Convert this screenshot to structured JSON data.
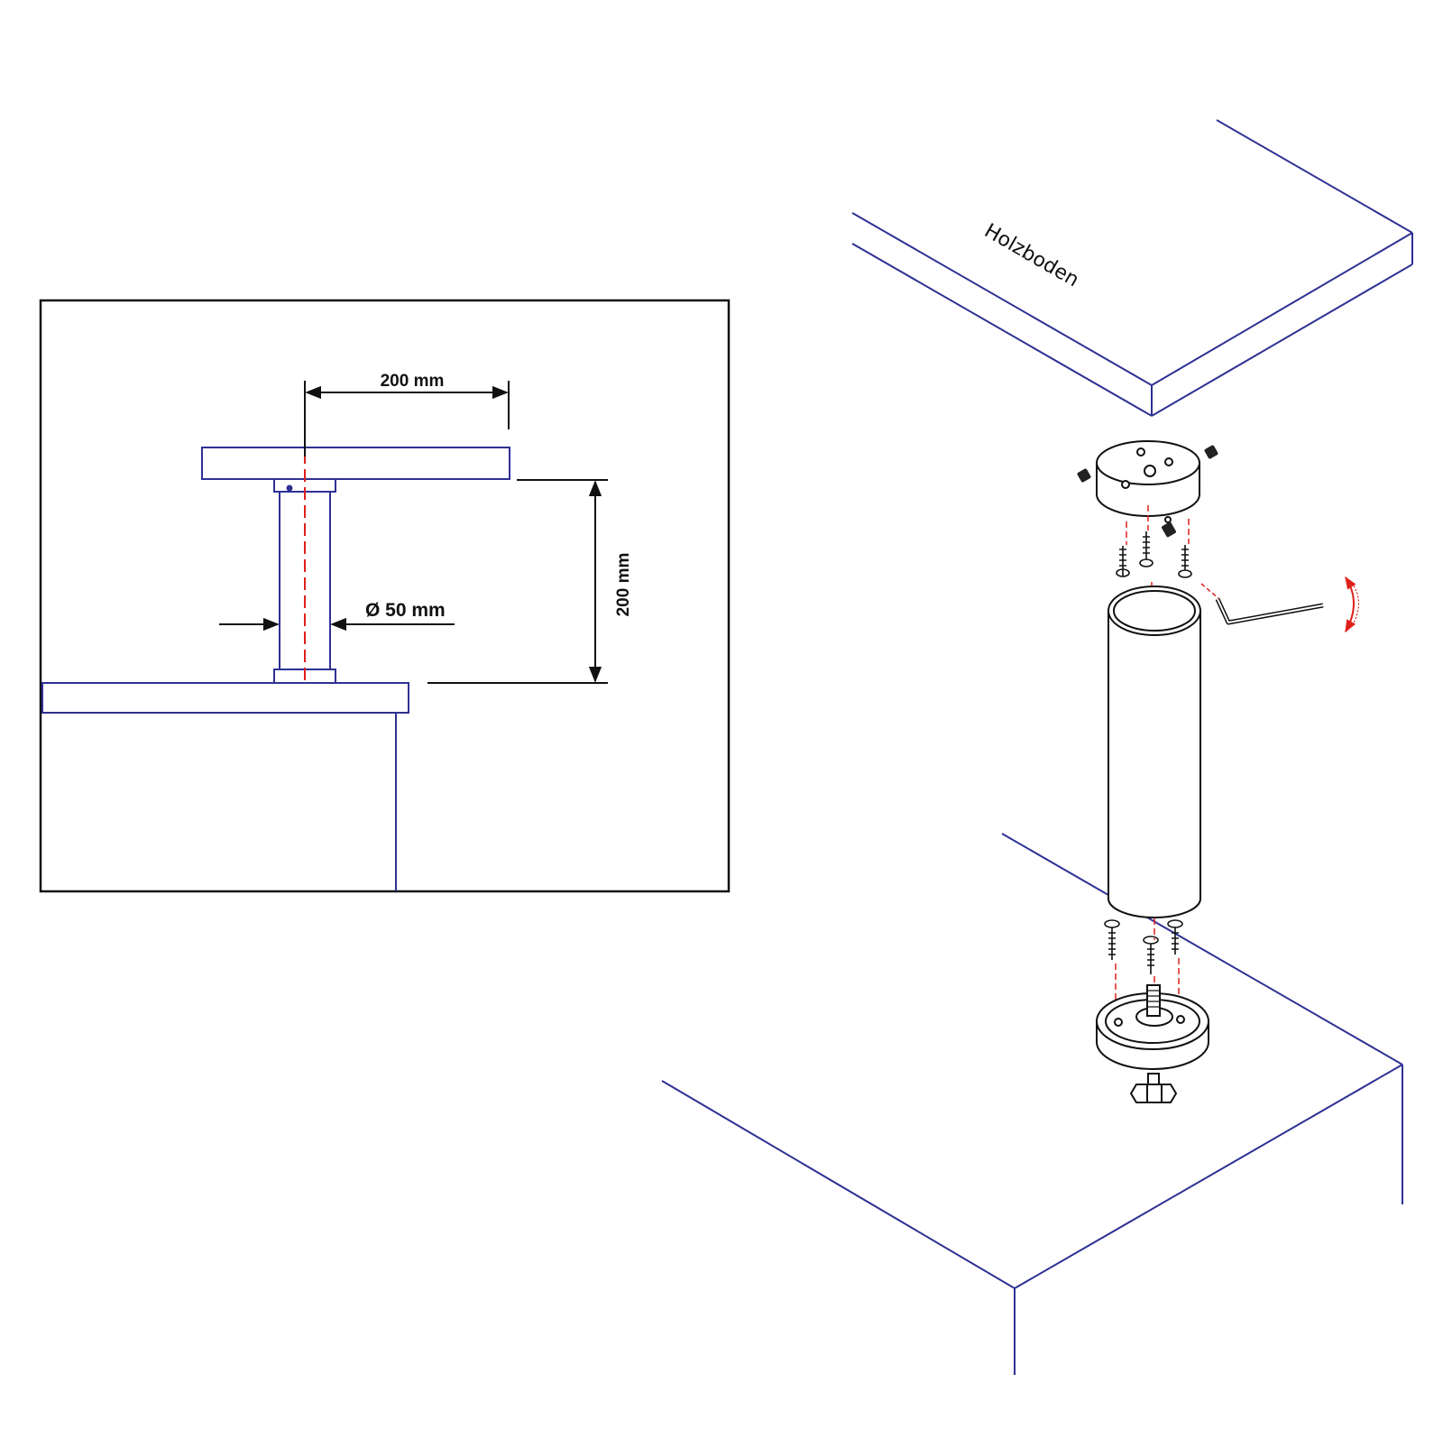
{
  "side_view": {
    "width_label": "200 mm",
    "height_label": "200 mm",
    "diameter_label": "Ø 50 mm"
  },
  "assembly_view": {
    "shelf_label": "Holzboden"
  },
  "colors": {
    "outline_blue": "#2e3192",
    "axis_red": "#e0201b",
    "ink": "#111111"
  }
}
